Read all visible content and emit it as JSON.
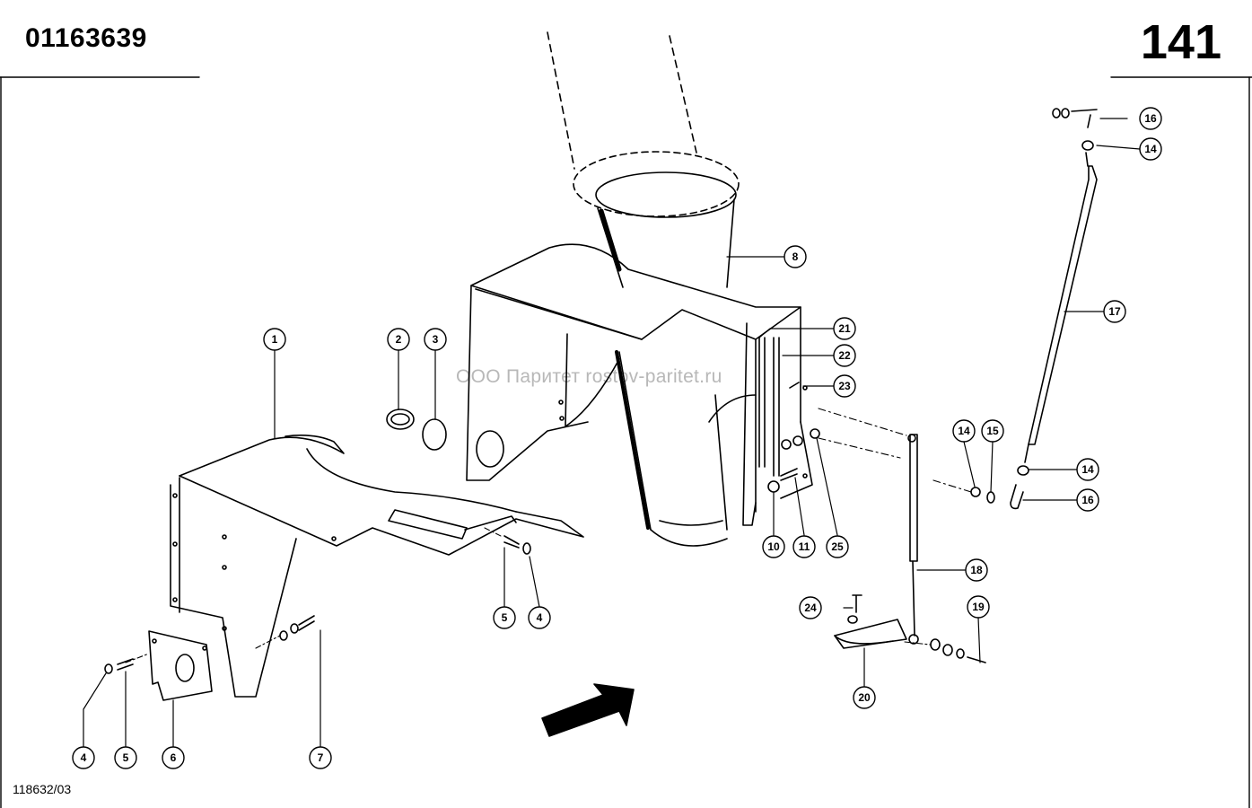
{
  "header": {
    "document_number": "01163639",
    "page_number": "141"
  },
  "footer": {
    "drawing_reference": "118632/03"
  },
  "watermark": "ООО Паритет   rostov-paritet.ru",
  "callouts": [
    {
      "id": "c1",
      "label": "1"
    },
    {
      "id": "c2",
      "label": "2"
    },
    {
      "id": "c3",
      "label": "3"
    },
    {
      "id": "c4a",
      "label": "4"
    },
    {
      "id": "c5a",
      "label": "5"
    },
    {
      "id": "c4b",
      "label": "4"
    },
    {
      "id": "c5b",
      "label": "5"
    },
    {
      "id": "c6",
      "label": "6"
    },
    {
      "id": "c7",
      "label": "7"
    },
    {
      "id": "c8",
      "label": "8"
    },
    {
      "id": "c10",
      "label": "10"
    },
    {
      "id": "c11",
      "label": "11"
    },
    {
      "id": "c14a",
      "label": "14"
    },
    {
      "id": "c14b",
      "label": "14"
    },
    {
      "id": "c14c",
      "label": "14"
    },
    {
      "id": "c15",
      "label": "15"
    },
    {
      "id": "c16a",
      "label": "16"
    },
    {
      "id": "c16b",
      "label": "16"
    },
    {
      "id": "c17",
      "label": "17"
    },
    {
      "id": "c18",
      "label": "18"
    },
    {
      "id": "c19",
      "label": "19"
    },
    {
      "id": "c20",
      "label": "20"
    },
    {
      "id": "c21",
      "label": "21"
    },
    {
      "id": "c22",
      "label": "22"
    },
    {
      "id": "c23",
      "label": "23"
    },
    {
      "id": "c24",
      "label": "24"
    },
    {
      "id": "c25",
      "label": "25"
    }
  ]
}
